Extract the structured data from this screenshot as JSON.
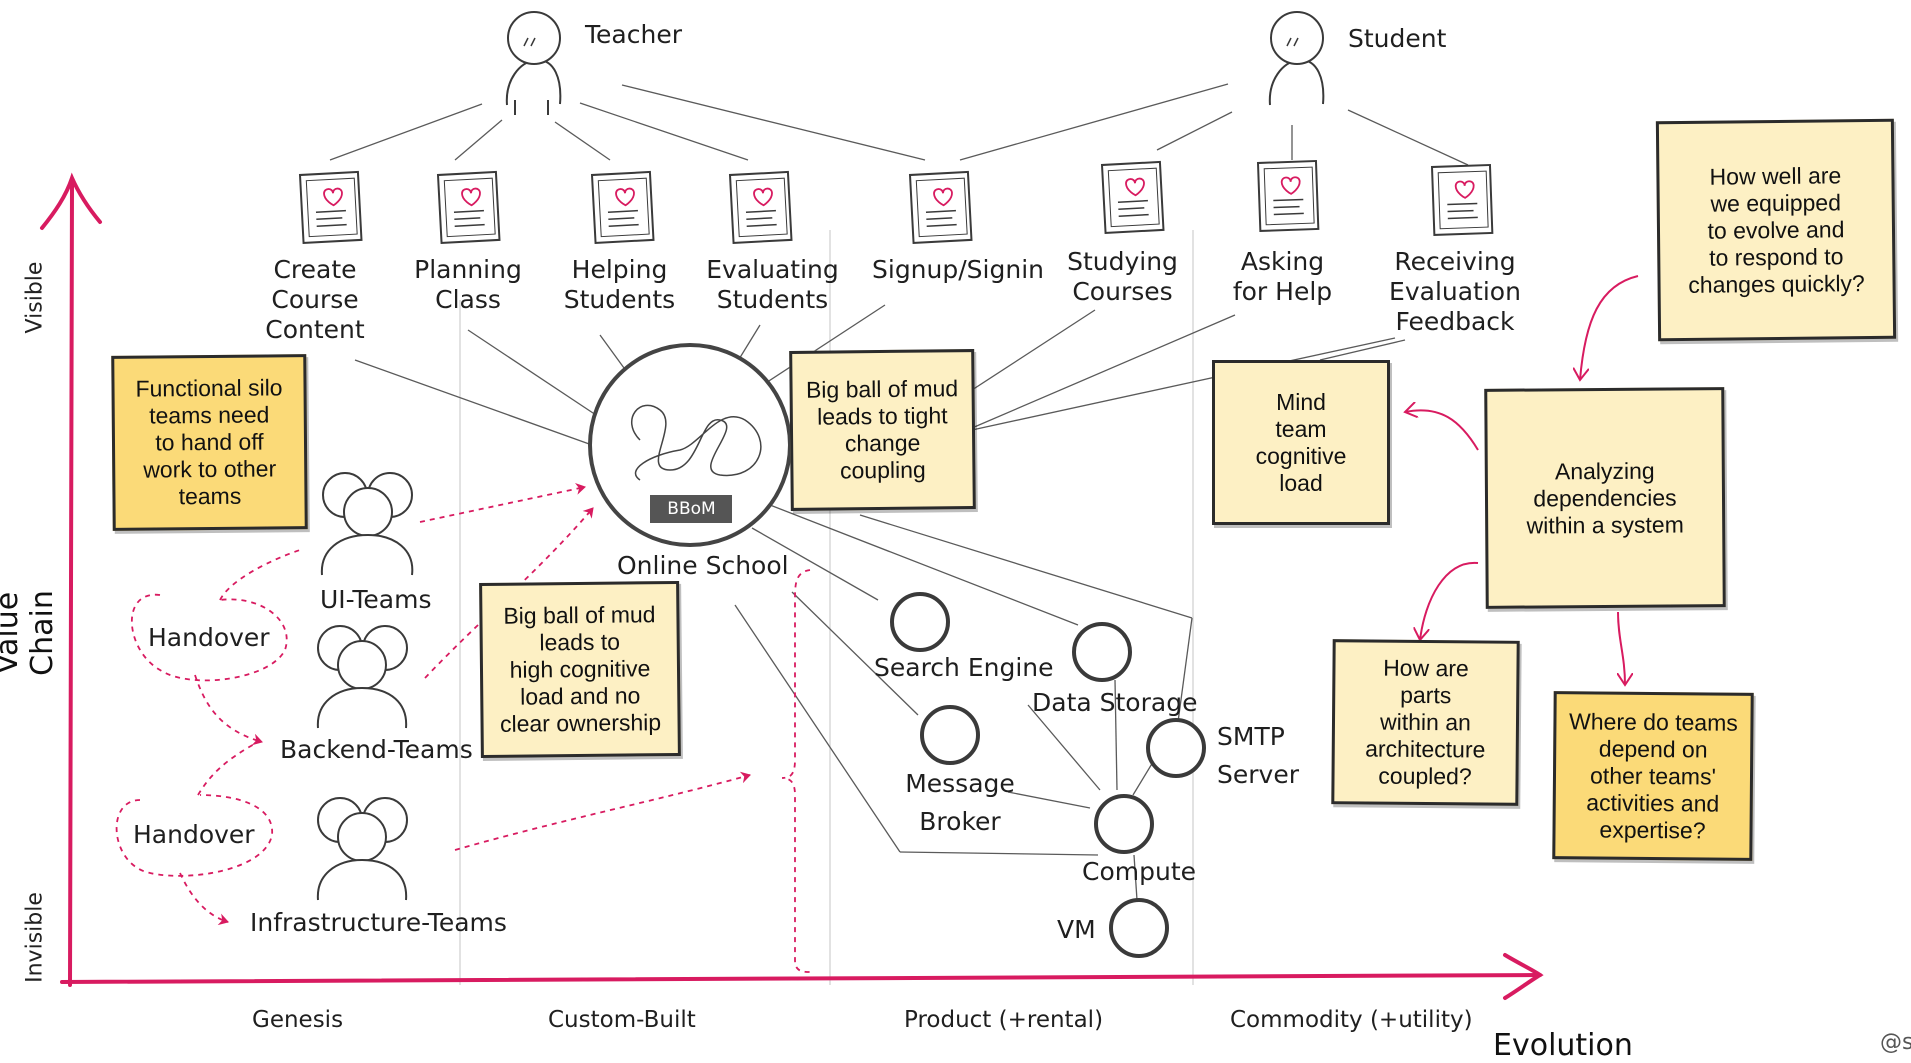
{
  "users": [
    {
      "id": "teacher",
      "label": "Teacher"
    },
    {
      "id": "student",
      "label": "Student"
    }
  ],
  "needs": [
    {
      "id": "create",
      "label": "Create\nCourse\nContent"
    },
    {
      "id": "planning",
      "label": "Planning\nClass"
    },
    {
      "id": "helping",
      "label": "Helping\nStudents"
    },
    {
      "id": "evaluating",
      "label": "Evaluating\nStudents"
    },
    {
      "id": "signup",
      "label": "Signup/Signin"
    },
    {
      "id": "studying",
      "label": "Studying\nCourses"
    },
    {
      "id": "asking",
      "label": "Asking\nfor Help"
    },
    {
      "id": "receiving",
      "label": "Receiving\nEvaluation\nFeedback"
    }
  ],
  "components": {
    "online_school": "Online School",
    "bbom_badge": "BBoM",
    "search_engine": "Search Engine",
    "data_storage": "Data Storage",
    "message_broker": "Message\nBroker",
    "smtp_server": "SMTP\nServer",
    "compute": "Compute",
    "vm": "VM"
  },
  "teams": {
    "ui": "UI-Teams",
    "backend": "Backend-Teams",
    "infra": "Infrastructure-Teams",
    "handover_1": "Handover",
    "handover_2": "Handover"
  },
  "notes": {
    "functional_silo": "Functional silo\nteams need\nto hand off\nwork to other\nteams",
    "bbom_cognitive": "Big ball of mud\nleads to\nhigh cognitive\nload and no\nclear ownership",
    "bbom_coupling": "Big ball of mud\nleads to tight\nchange\ncoupling",
    "mind_load": "Mind\nteam\ncognitive\nload",
    "how_well": "How well are\nwe equipped\nto evolve and\nto respond to\nchanges quickly?",
    "analyzing": "Analyzing\ndependencies\nwithin a system",
    "how_coupled": "How are\nparts\nwithin an\narchitecture\ncoupled?",
    "where_depend": "Where do teams\ndepend on\nother teams'\nactivities and\nexpertise?"
  },
  "axes": {
    "y_title": "Value Chain",
    "y_top": "Visible",
    "y_bottom": "Invisible",
    "x_title": "Evolution",
    "stages": [
      "Genesis",
      "Custom-Built",
      "Product (+rental)",
      "Commodity (+utility)"
    ],
    "credit": "@s"
  },
  "colors": {
    "accent": "#d81b60",
    "note_pale": "#fdf0c4",
    "note_gold": "#fbda78",
    "line": "#555555"
  },
  "icons": {
    "user": "user-icon",
    "need": "heart-document-icon",
    "team": "team-group-icon",
    "component": "circle-node-icon"
  }
}
